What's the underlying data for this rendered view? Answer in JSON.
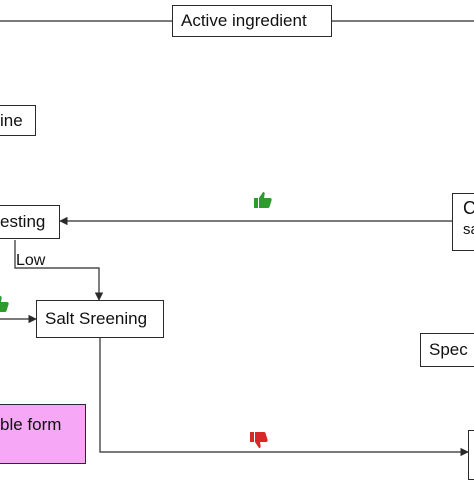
{
  "nodes": {
    "active_ingredient": "Active ingredient",
    "left_top_partial": "ine",
    "testing_partial": "esting",
    "salt_screening": "Salt Sreening",
    "stable_form_partial": "ble form",
    "right_partial_line1": "C",
    "right_partial_line2": "sa",
    "spec_partial": "Spec"
  },
  "edge_labels": {
    "low": "Low"
  },
  "icons": {
    "thumbs_up": "thumbs-up-icon",
    "thumbs_down": "thumbs-down-icon"
  },
  "colors": {
    "line": "#2a2a2a",
    "thumb_up": "#2e9b2e",
    "thumb_down": "#d62828",
    "stable_form_fill": "#f6a8f6"
  }
}
